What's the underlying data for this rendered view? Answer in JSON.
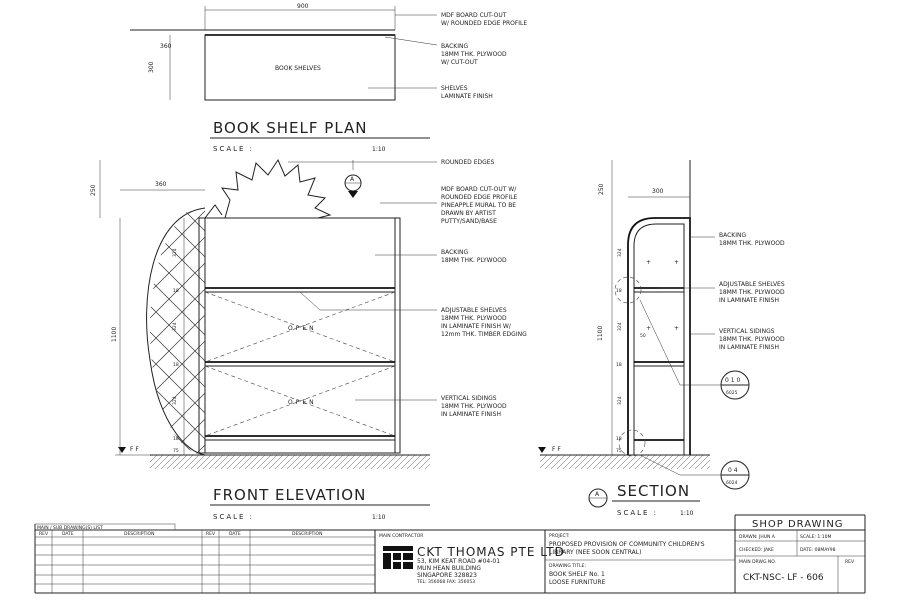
{
  "plan": {
    "title": "BOOK SHELF PLAN",
    "scale_label": "SCALE :",
    "scale_value": "1:10",
    "label_center": "BOOK SHELVES",
    "dims": {
      "width": "900",
      "depth_top": "360",
      "depth": "300"
    },
    "notes": [
      [
        "MDF BOARD CUT-OUT",
        "W/ ROUNDED EDGE PROFILE"
      ],
      [
        "BACKING",
        "18MM THK. PLYWOOD",
        "W/ CUT-OUT"
      ],
      [
        "SHELVES",
        "LAMINATE FINISH"
      ]
    ]
  },
  "front": {
    "title": "FRONT ELEVATION",
    "scale_label": "SCALE :",
    "scale_value": "1:10",
    "open_label": "OPEN",
    "ff_label": "F F",
    "section_marker": "A",
    "dims": {
      "top": "250",
      "width": "360",
      "overall": "1100",
      "bays": [
        "324",
        "18",
        "324",
        "18",
        "324",
        "18",
        "75"
      ]
    },
    "notes": [
      [
        "ROUNDED EDGES"
      ],
      [
        "MDF BOARD CUT-OUT W/",
        "ROUNDED EDGE PROFILE",
        "PINEAPPLE MURAL TO BE",
        "DRAWN BY ARTIST",
        "PUTTY/SAND/BASE"
      ],
      [
        "BACKING",
        "18MM THK. PLYWOOD"
      ],
      [
        "ADJUSTABLE SHELVES",
        "18MM THK. PLYWOOD",
        "IN LAMINATE FINISH W/",
        "12mm THK. TIMBER EDGING"
      ],
      [
        "VERTICAL SIDINGS",
        "18MM THK. PLYWOOD",
        "IN LAMINATE FINISH"
      ]
    ]
  },
  "section": {
    "title": "SECTION",
    "marker": "A",
    "scale_label": "SCALE :",
    "scale_value": "1:10",
    "ff_label": "F F",
    "dims": {
      "top": "250",
      "depth": "300",
      "overall": "1100",
      "bays": [
        "324",
        "18",
        "324",
        "18",
        "324",
        "18",
        "75"
      ],
      "inner": "50"
    },
    "notes": [
      [
        "BACKING",
        "18MM THK. PLYWOOD"
      ],
      [
        "ADJUSTABLE SHELVES",
        "18MM THK. PLYWOOD",
        "IN LAMINATE FINISH"
      ],
      [
        "VERTICAL SIDINGS",
        "18MM THK. PLYWOOD",
        "IN LAMINATE FINISH"
      ]
    ],
    "callouts": [
      {
        "top": "0 1 0",
        "bottom": "6025"
      },
      {
        "top": "0 4",
        "bottom": "6024"
      }
    ]
  },
  "title_block": {
    "list_title": "MAIN / SUB DRAWING(S) LIST",
    "rev_headers": [
      "REV",
      "DATE",
      "DESCRIPTION",
      "REV",
      "DATE",
      "DESCRIPTION"
    ],
    "main_contractor_label": "MAIN CONTRACTOR",
    "contractor_name": "CKT THOMAS PTE LTD",
    "contractor_address": [
      "53, KIM KEAT ROAD #04-01",
      "MUN HEAN BUILDING",
      "SINGAPORE 328823"
    ],
    "contractor_phone": "TEL: 356068  FAX: 356053",
    "project_label": "PROJECT:",
    "project": [
      "PROPOSED PROVISION OF COMMUNITY CHILDREN'S",
      "LIBRARY (NEE SOON CENTRAL)"
    ],
    "drawing_title_label": "DRAWING TITLE:",
    "drawing_title": [
      "BOOK SHELF No. 1",
      "LOOSE FURNITURE"
    ],
    "sheet_type": "SHOP DRAWING",
    "drawn": "DRAWN: JHUN A",
    "scale": "SCALE: 1:10M",
    "checked": "CHECKED: JAKE",
    "date": "DATE: 08MAY98",
    "drawing_no_label": "MAIN DRWG NO.",
    "drawing_no": "CKT-NSC- LF - 606",
    "rev_label": "REV"
  }
}
